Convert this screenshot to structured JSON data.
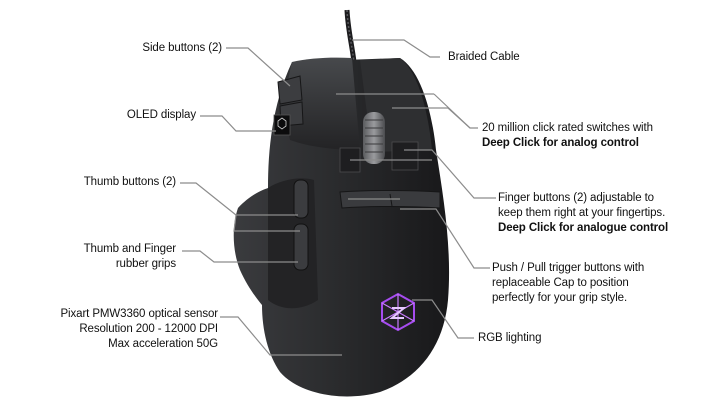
{
  "colors": {
    "mouse_body": "#2a2a2c",
    "mouse_highlight": "#55575a",
    "leader_line": "#8c8c8c",
    "rgb_logo": "#a64cf0",
    "text": "#111111"
  },
  "labels": {
    "side_buttons": "Side buttons (2)",
    "oled_display": "OLED display",
    "thumb_buttons": "Thumb buttons (2)",
    "grips_line1": "Thumb and Finger",
    "grips_line2": "rubber grips",
    "sensor_line1": "Pixart PMW3360 optical sensor",
    "sensor_line2": "Resolution 200 - 12000 DPI",
    "sensor_line3": "Max acceleration 50G",
    "braided_cable": "Braided Cable",
    "switches_line1": "20 million click rated switches with",
    "switches_bold": "Deep Click for analog control",
    "finger_line1": "Finger buttons (2) adjustable to",
    "finger_line2": "keep them right at your fingertips.",
    "finger_bold": "Deep Click for analogue control",
    "trigger_line1": "Push / Pull trigger buttons with",
    "trigger_line2": "replaceable Cap to position",
    "trigger_line3": "perfectly for your grip style.",
    "rgb_lighting": "RGB lighting"
  }
}
